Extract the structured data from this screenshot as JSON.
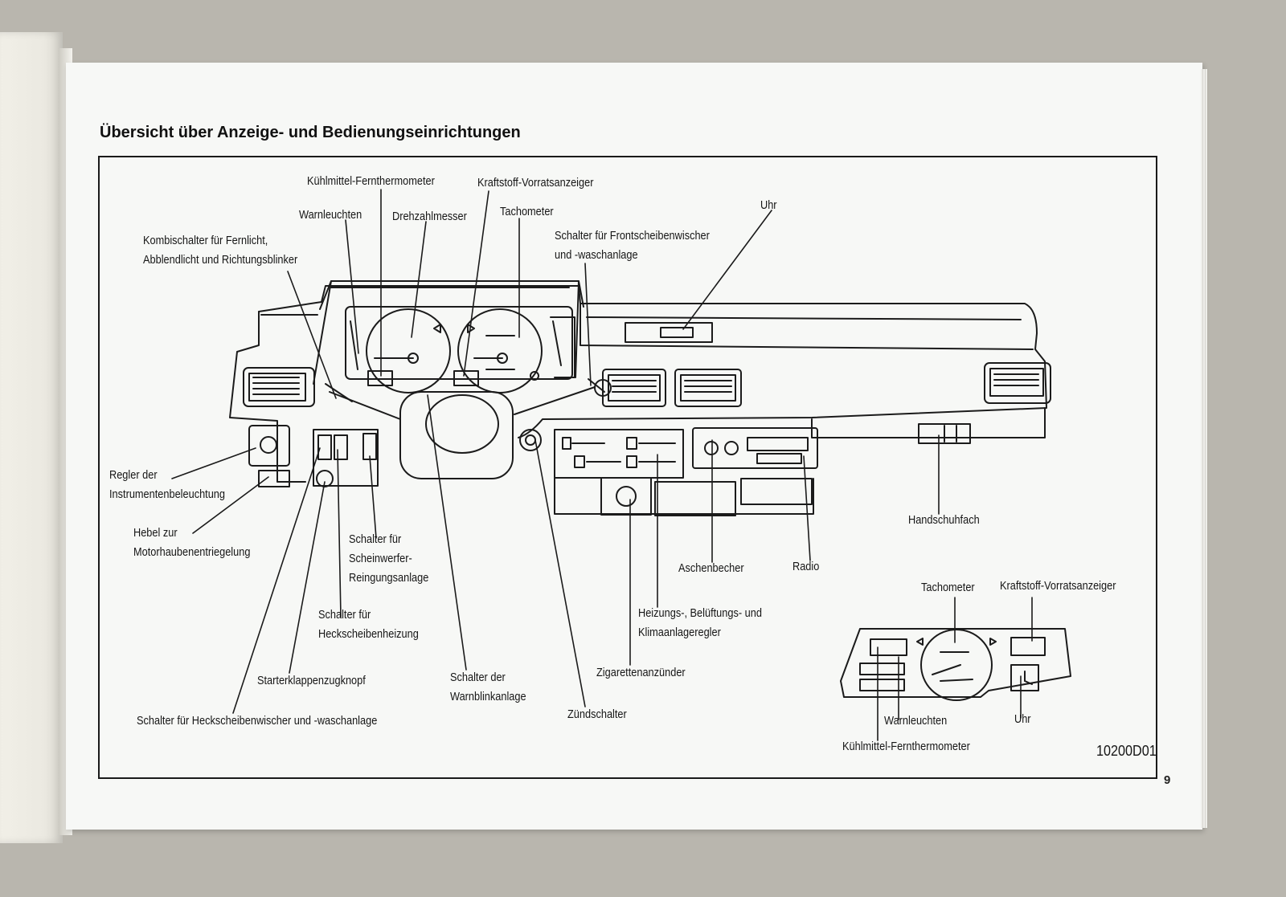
{
  "page": {
    "heading": "Übersicht über Anzeige- und Bedienungseinrichtungen",
    "page_number": "9",
    "figure_code": "10200D01"
  },
  "labels": {
    "kuehlmittel_top": "Kühlmittel-Fernthermometer",
    "kraftstoff_top": "Kraftstoff-Vorratsanzeiger",
    "warnleuchten_top": "Warnleuchten",
    "drehzahlmesser": "Drehzahlmesser",
    "tachometer_top": "Tachometer",
    "uhr_top": "Uhr",
    "kombischalter": "Kombischalter für Fernlicht,\nAbblendlicht und Richtungsblinker",
    "frontwischer": "Schalter für Frontscheibenwischer\nund -waschanlage",
    "regler": "Regler der\nInstrumentenbeleuchtung",
    "hebel": "Hebel zur\nMotorhaubenentriegelung",
    "scheinwerfer": "Schalter für\nScheinwerfer-\nReingungsanlage",
    "heckscheibenheizung": "Schalter für\nHeckscheibenheizung",
    "starterklappe": "Starterklappenzugknopf",
    "warnblink": "Schalter der\nWarnblinkanlage",
    "heckwischer": "Schalter für Heckscheibenwischer und -waschanlage",
    "zuendschalter": "Zündschalter",
    "zigarette": "Zigarettenanzünder",
    "heizung": "Heizungs-, Belüftungs- und\nKlimaanlageregler",
    "aschenbecher": "Aschenbecher",
    "radio": "Radio",
    "handschuhfach": "Handschuhfach",
    "tachometer_inset": "Tachometer",
    "kraftstoff_inset": "Kraftstoff-Vorratsanzeiger",
    "warnleuchten_inset": "Warnleuchten",
    "uhr_inset": "Uhr",
    "kuehlmittel_inset": "Kühlmittel-Fernthermometer"
  }
}
